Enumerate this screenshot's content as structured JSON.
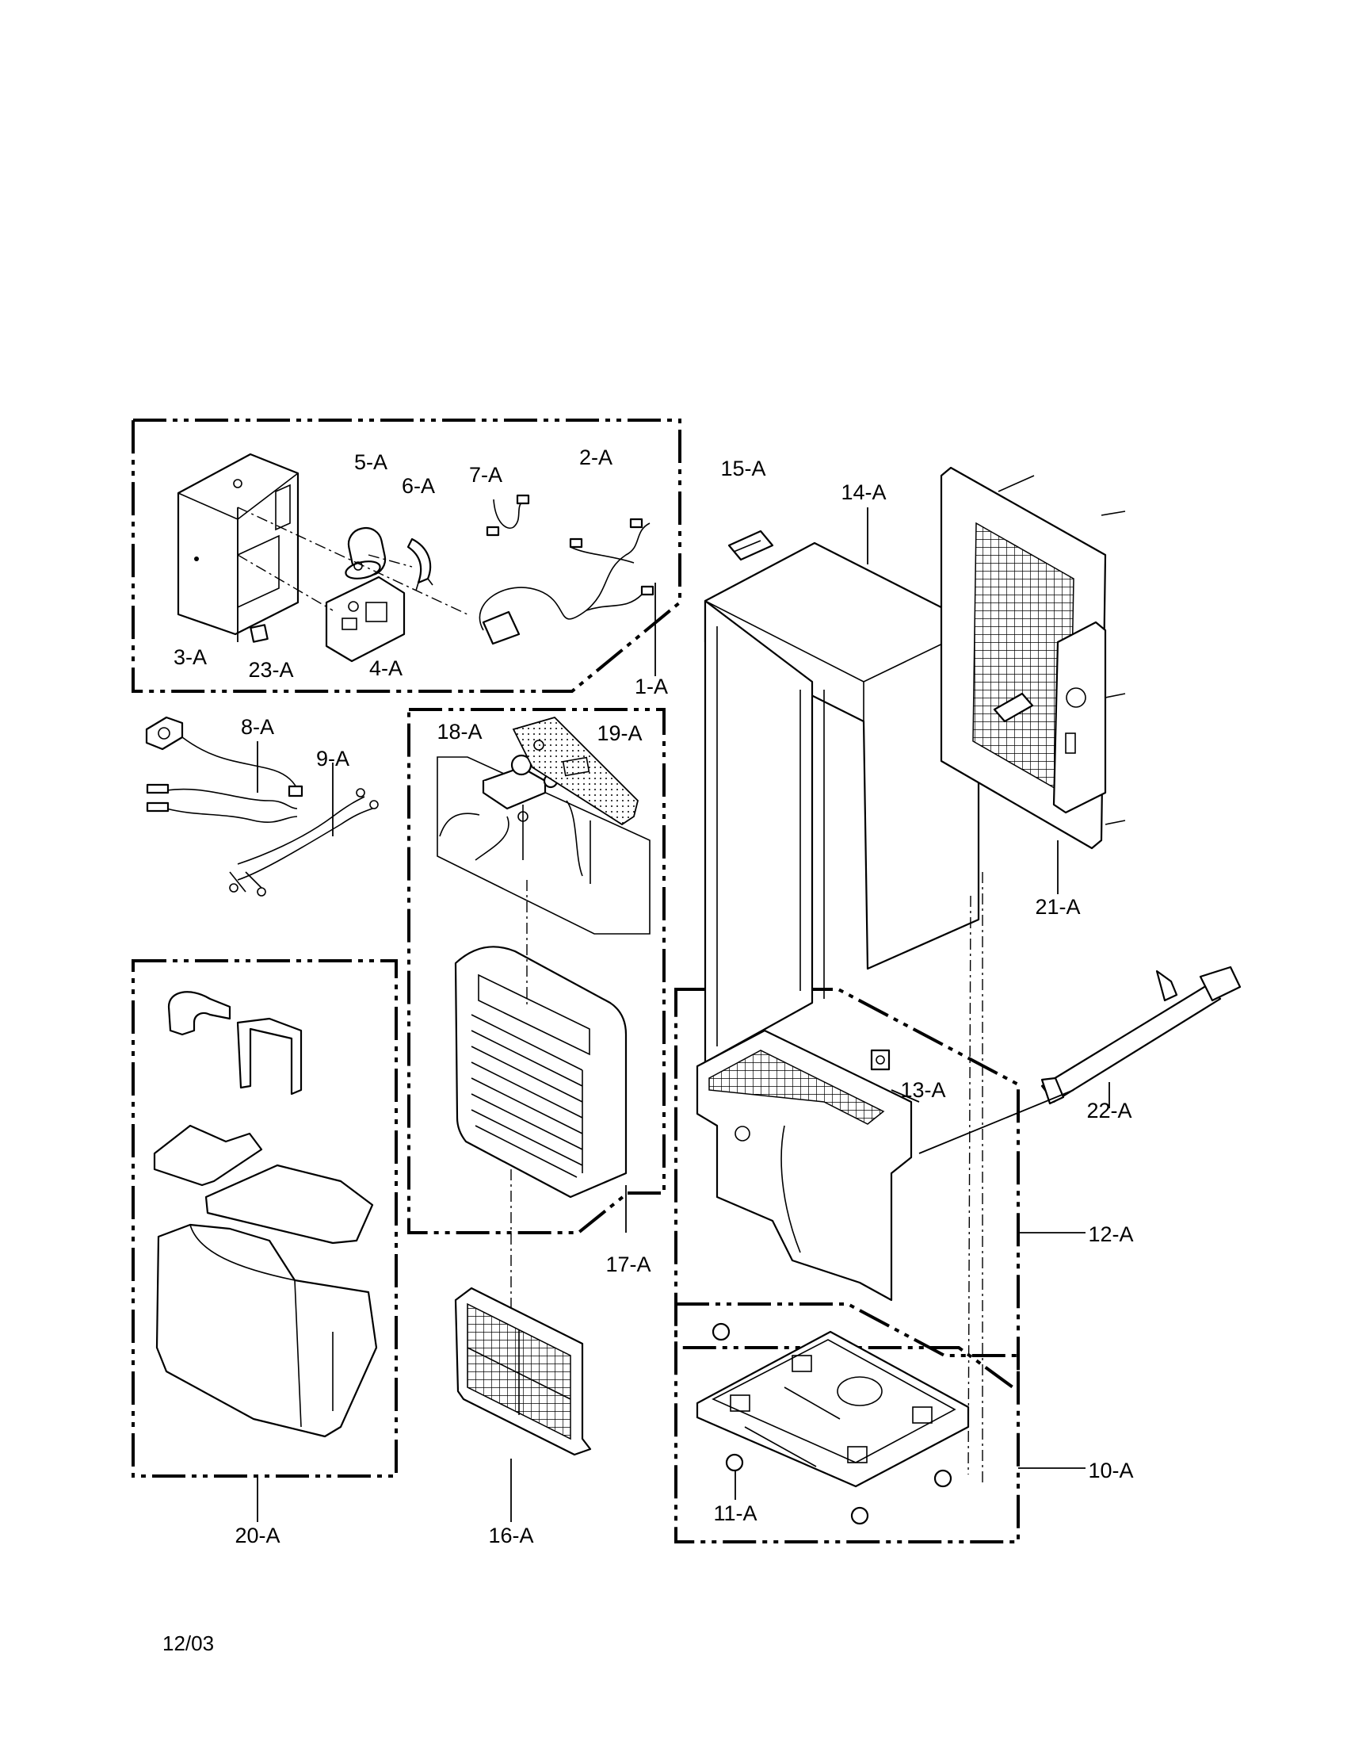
{
  "diagram": {
    "labels": {
      "p1": "1-A",
      "p2": "2-A",
      "p3": "3-A",
      "p4": "4-A",
      "p5": "5-A",
      "p6": "6-A",
      "p7": "7-A",
      "p8": "8-A",
      "p9": "9-A",
      "p10": "10-A",
      "p11": "11-A",
      "p12": "12-A",
      "p13": "13-A",
      "p14": "14-A",
      "p15": "15-A",
      "p16": "16-A",
      "p17": "17-A",
      "p18": "18-A",
      "p19": "19-A",
      "p20": "20-A",
      "p21": "21-A",
      "p22": "22-A",
      "p23": "23-A"
    },
    "footer_date": "12/03"
  }
}
